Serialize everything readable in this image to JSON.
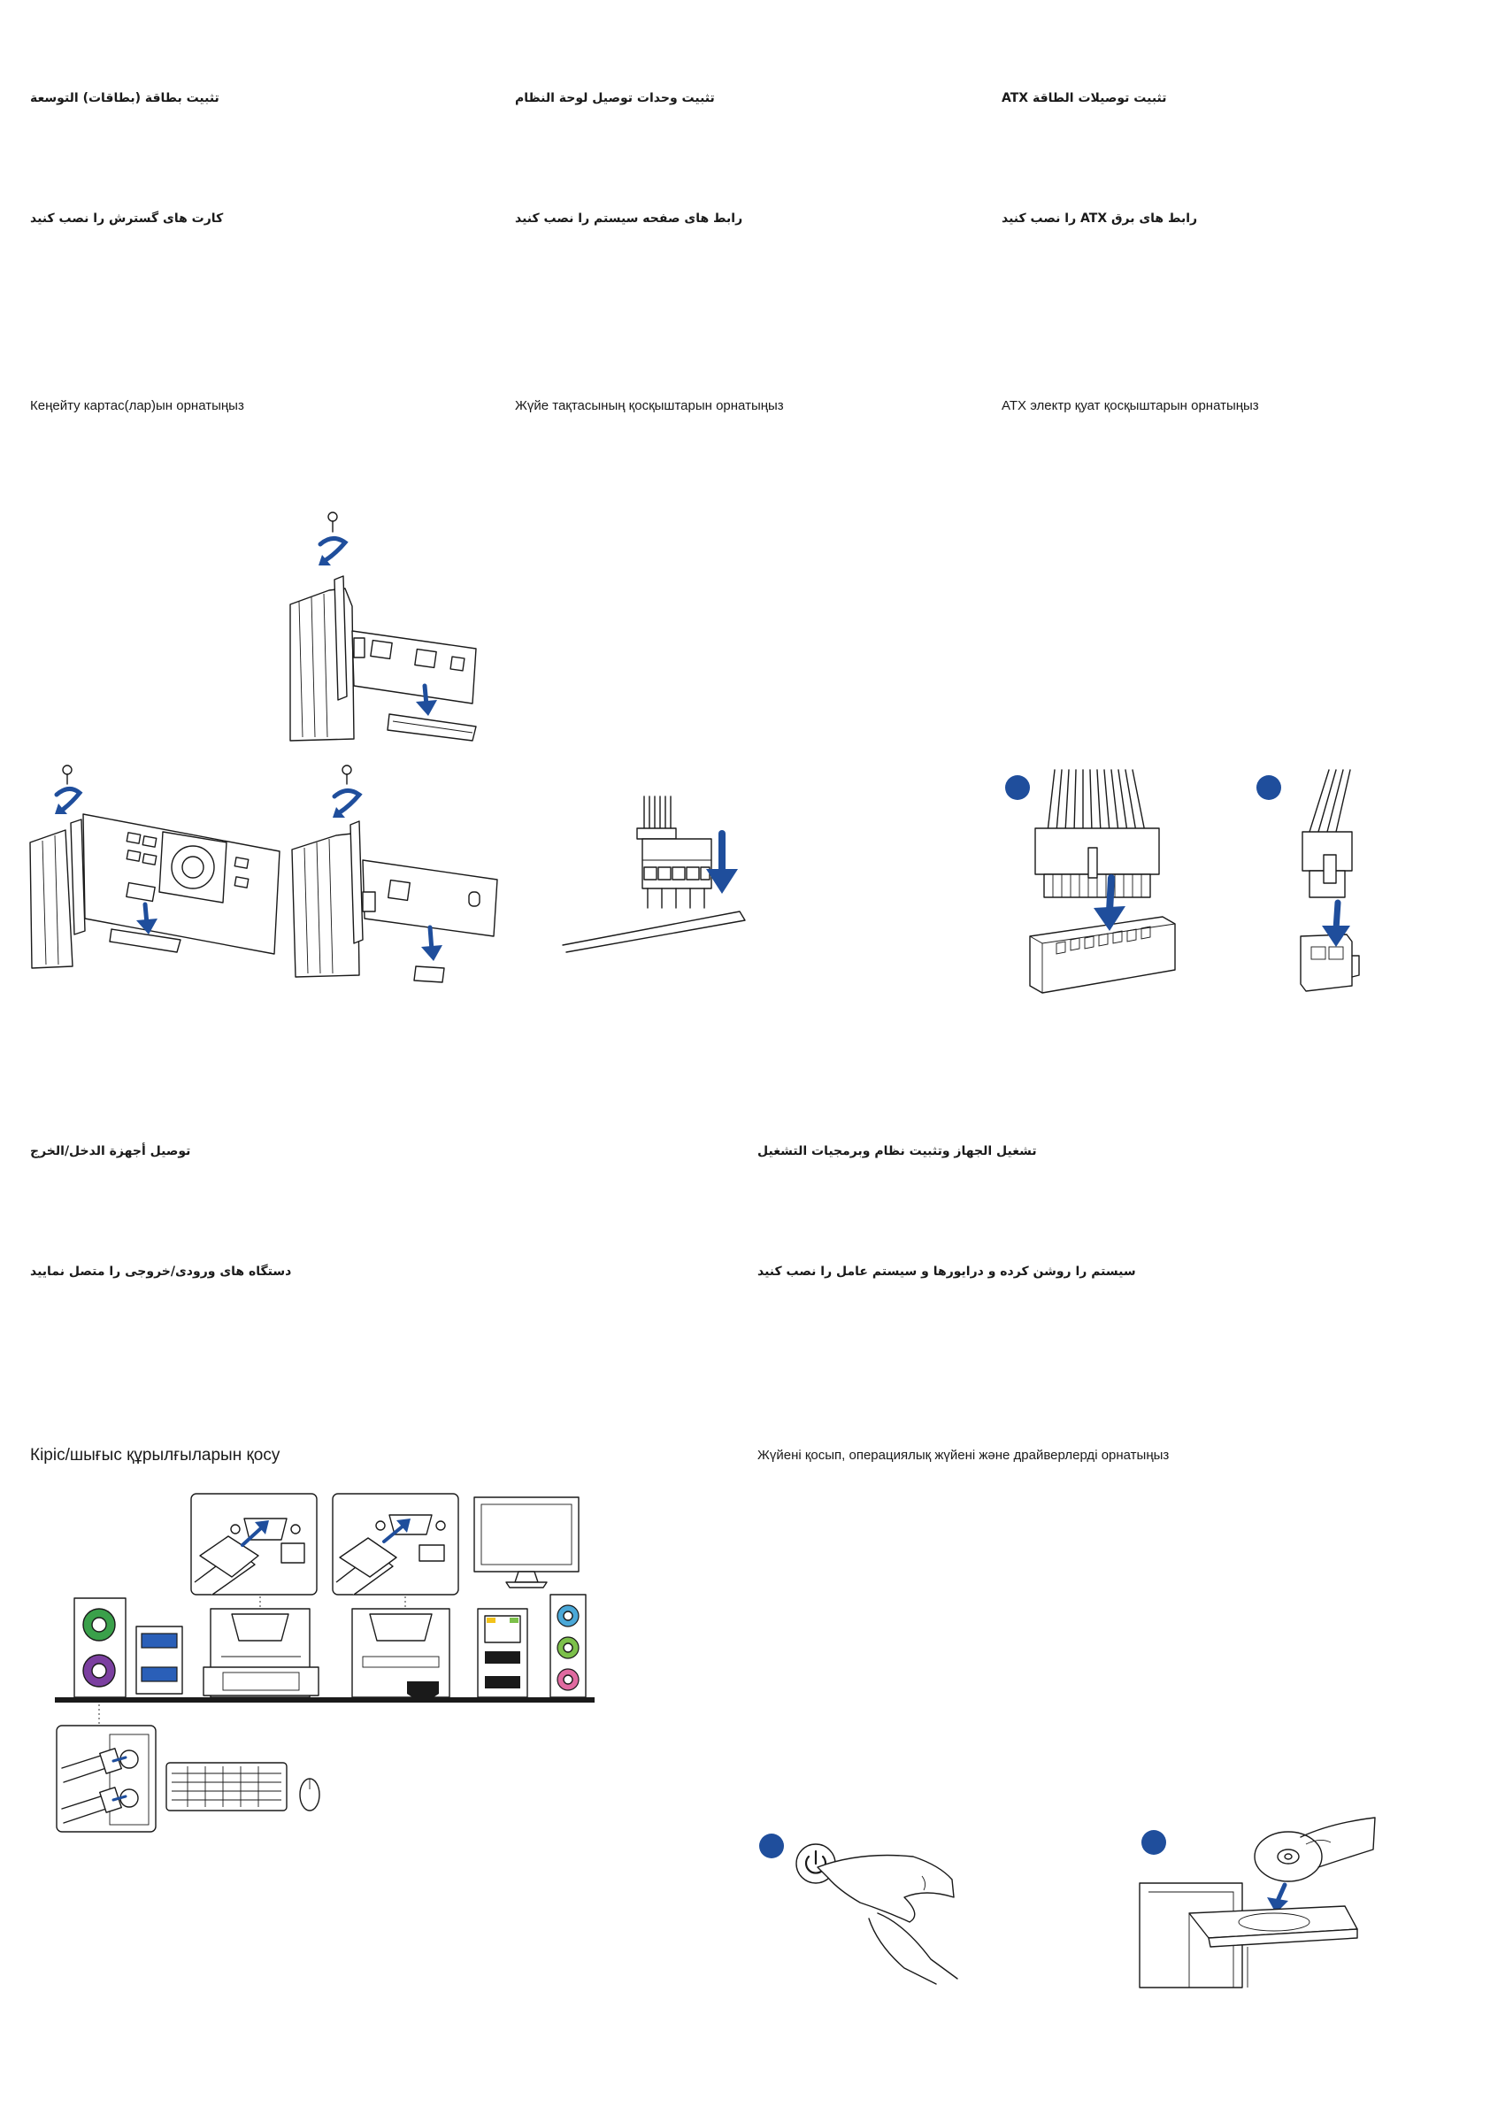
{
  "sections": {
    "expansion": {
      "ar": "تثبيت بطاقة (بطاقات) التوسعة",
      "fa": "کارت های گسترش را نصب کنید",
      "kk": "Кеңейту картас(лар)ын орнатыңыз"
    },
    "panel": {
      "ar": "تثبيت وحدات توصيل لوحة النظام",
      "fa": "رابط های صفحه سیستم را نصب کنید",
      "kk": "Жүйе тақтасының қосқыштарын орнатыңыз"
    },
    "atx": {
      "ar": "تثبيت توصيلات الطاقة ATX",
      "fa": "رابط های برق ATX را نصب کنید",
      "kk": "ATX электр қуат қосқыштарын орнатыңыз"
    },
    "io": {
      "ar": "توصيل أجهزة الدخل/الخرج",
      "fa": "دستگاه های ورودی/خروجی را متصل نمایید",
      "kk": "Кіріс/шығыс құрылғыларын қосу"
    },
    "power_on": {
      "ar": "تشغيل الجهاز وتثبيت نظام وبرمجيات التشغيل",
      "fa": "سیستم را روشن کرده و درایورها و سیستم عامل را نصب کنید",
      "kk": "Жүйені қосып, операциялық жүйені және драйверлерді орнатыңыз"
    }
  },
  "colors": {
    "accent": "#1f4e9c",
    "ps2_keyboard": "#7b3fa0",
    "ps2_mouse": "#3aa04a",
    "audio_line_in": "#4aa8d8",
    "audio_line_out": "#7cc04a",
    "audio_mic": "#e06aa0",
    "lan_led": "#f2c21b"
  },
  "icons": {
    "screw": "screw-icon",
    "rotate_arrow": "rotate-arrow-icon",
    "down_arrow": "down-arrow-icon",
    "power_button": "power-button-icon",
    "disc": "optical-disc-icon"
  }
}
